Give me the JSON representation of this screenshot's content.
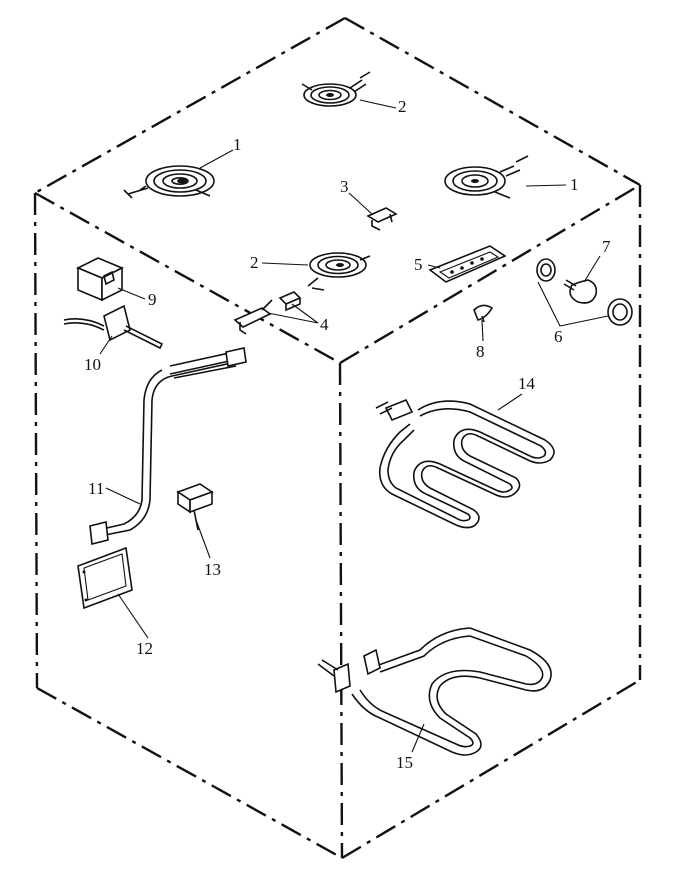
{
  "diagram": {
    "callouts": [
      {
        "num": "1"
      },
      {
        "num": "1"
      },
      {
        "num": "2"
      },
      {
        "num": "2"
      },
      {
        "num": "3"
      },
      {
        "num": "4"
      },
      {
        "num": "5"
      },
      {
        "num": "6"
      },
      {
        "num": "7"
      },
      {
        "num": "8"
      },
      {
        "num": "9"
      },
      {
        "num": "10"
      },
      {
        "num": "11"
      },
      {
        "num": "12"
      },
      {
        "num": "13"
      },
      {
        "num": "14"
      },
      {
        "num": "15"
      }
    ]
  }
}
